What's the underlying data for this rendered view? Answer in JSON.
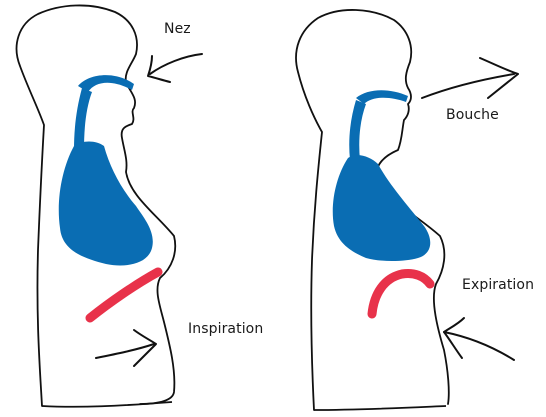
{
  "labels": {
    "nose": "Nez",
    "mouth": "Bouche",
    "inhalation": "Inspiration",
    "exhalation": "Expiration"
  },
  "colors": {
    "outline": "#111111",
    "lungs": "#0a6db3",
    "diaphragm": "#e8324a",
    "background": "#ffffff"
  },
  "icons": {
    "airflow": "arrow-icon"
  }
}
